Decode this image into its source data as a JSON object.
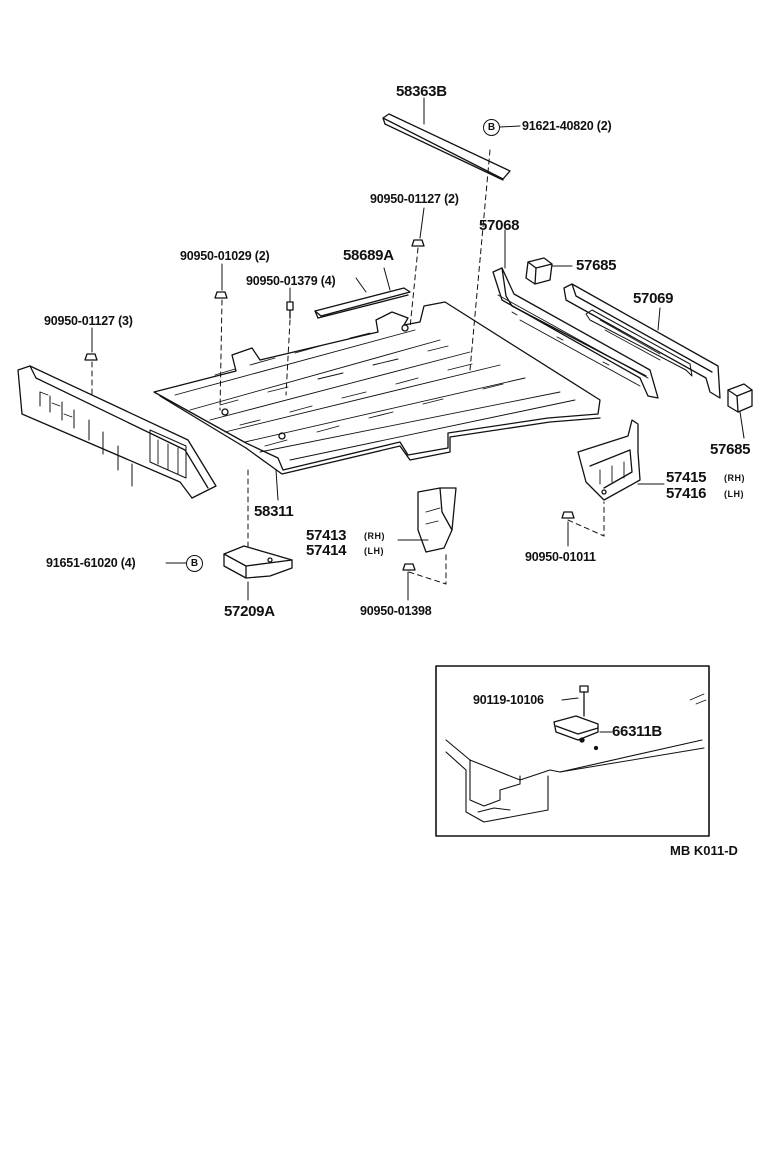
{
  "callouts": {
    "p58363b": "58363B",
    "p91621_40820": "91621-40820 (2)",
    "p90950_01127_2": "90950-01127 (2)",
    "p57068": "57068",
    "p57685_a": "57685",
    "p58689a": "58689A",
    "p90950_01029": "90950-01029 (2)",
    "p90950_01379": "90950-01379 (4)",
    "p57069": "57069",
    "p90950_01127_3": "90950-01127 (3)",
    "p57685_b": "57685",
    "p57415": "57415",
    "p57416": "57416",
    "p58311": "58311",
    "p57413": "57413",
    "p57414": "57414",
    "p90950_01011": "90950-01011",
    "p91651_61020": "91651-61020 (4)",
    "p57209a": "57209A",
    "p90950_01398": "90950-01398",
    "p90119_10106": "90119-10106",
    "p66311b": "66311B"
  },
  "side_tags": {
    "rh": "(RH)",
    "lh": "(LH)"
  },
  "circle_symbol": "B",
  "reference_code": "MB  K011-D"
}
